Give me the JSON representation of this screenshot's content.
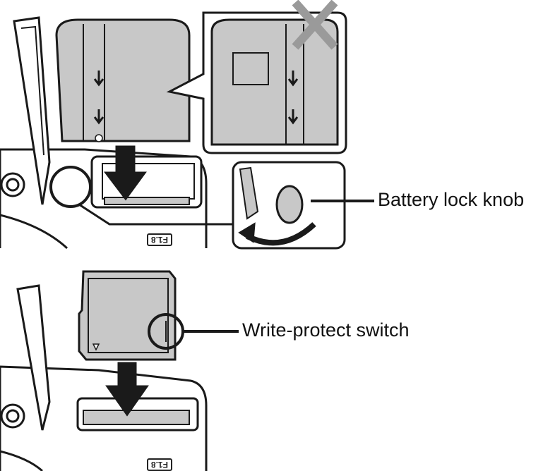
{
  "labels": {
    "battery_lock_knob": "Battery lock knob",
    "write_protect_switch": "Write-protect switch"
  },
  "lens_marking": "F1.8",
  "colors": {
    "line": "#1a1a1a",
    "battery_fill": "#c8c8c8",
    "cross_mark": "#9a9a9a",
    "camera_fill": "#ffffff"
  }
}
